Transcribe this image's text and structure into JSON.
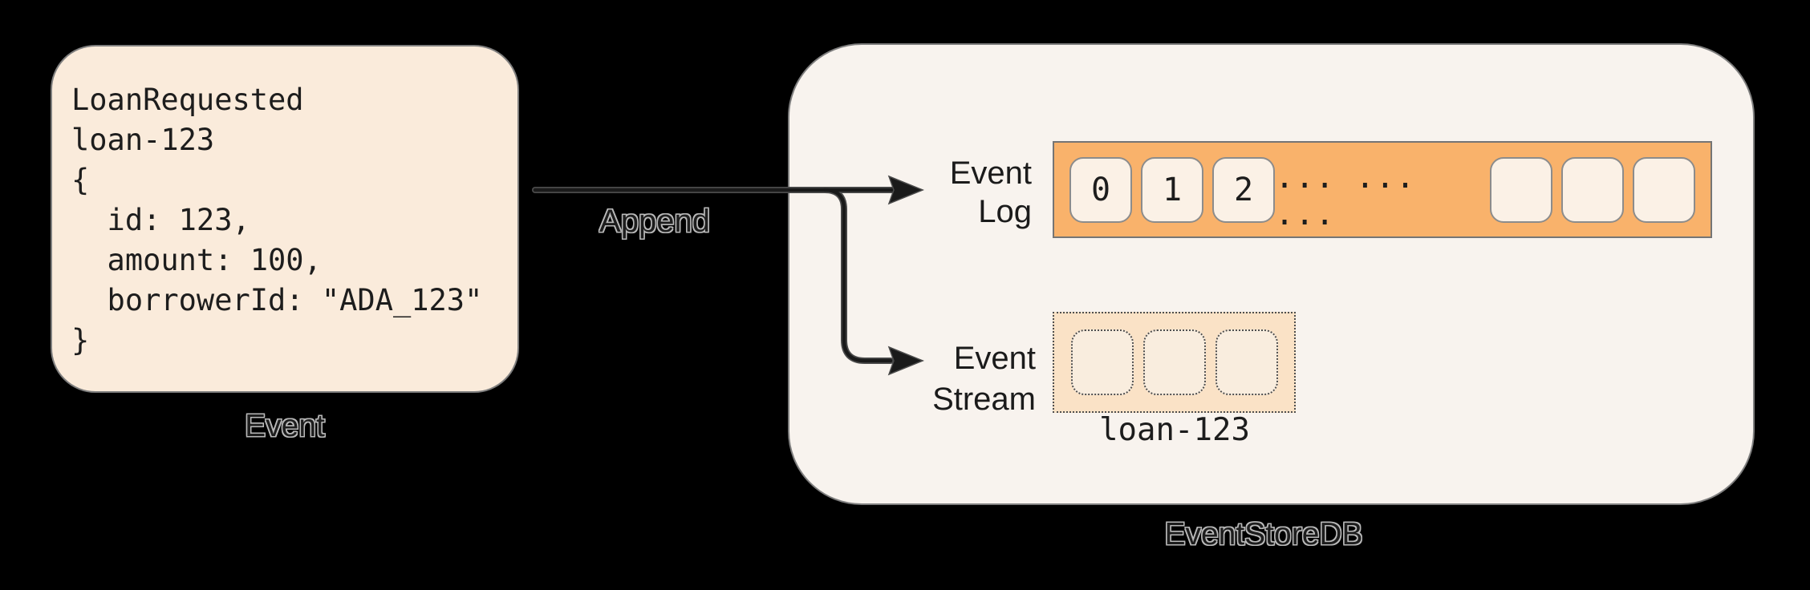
{
  "diagram": {
    "event_card": {
      "code": "LoanRequested\nloan-123\n{\n  id: 123,\n  amount: 100,\n  borrowerId: \"ADA_123\"\n}",
      "caption": "Event"
    },
    "arrow": {
      "label": "Append"
    },
    "event_store": {
      "caption": "EventStoreDB",
      "event_log": {
        "label_line1": "Event",
        "label_line2": "Log",
        "cells": [
          "0",
          "1",
          "2"
        ],
        "dots": "... ... ...",
        "empty_cells": 3
      },
      "event_stream": {
        "label_line1": "Event",
        "label_line2": "Stream",
        "empty_cells": 3,
        "stream_name": "loan-123"
      }
    },
    "colors": {
      "background": "#000000",
      "card_fill": "#FAEBDB",
      "store_fill": "#F8F3EE",
      "log_bar_fill": "#F9B26B",
      "log_cell_fill": "#FBF1E6",
      "stream_box_fill": "#FAE2C6",
      "stream_cell_fill": "#F9EDDE",
      "ink": "#1D1D1D",
      "border_gray": "#7E7E7E"
    }
  }
}
